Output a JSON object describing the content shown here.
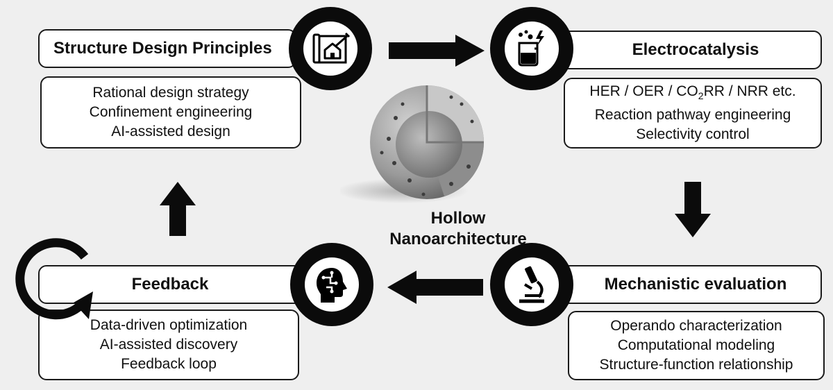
{
  "center": {
    "line1": "Hollow",
    "line2": "Nanoarchitecture"
  },
  "stages": {
    "design": {
      "title": "Structure Design Principles",
      "items": [
        "Rational design strategy",
        "Confinement engineering",
        "AI-assisted design"
      ],
      "icon": "blueprint-house-icon"
    },
    "electro": {
      "title": "Electrocatalysis",
      "items_prefix": "HER / OER / CO",
      "items_sub": "2",
      "items_suffix": "RR / NRR etc.",
      "items": [
        "Reaction pathway engineering",
        "Selectivity control"
      ],
      "icon": "beaker-spark-icon"
    },
    "mech": {
      "title": "Mechanistic evaluation",
      "items": [
        "Operando characterization",
        "Computational modeling",
        "Structure-function relationship"
      ],
      "icon": "microscope-icon"
    },
    "feedback": {
      "title": "Feedback",
      "items": [
        "Data-driven optimization",
        "AI-assisted discovery",
        "Feedback loop"
      ],
      "icon": "brain-head-icon"
    }
  },
  "colors": {
    "background": "#efefef",
    "box_border": "#1a1a1a",
    "ring": "#0b0b0b",
    "sphere": "#9a9a9a"
  }
}
